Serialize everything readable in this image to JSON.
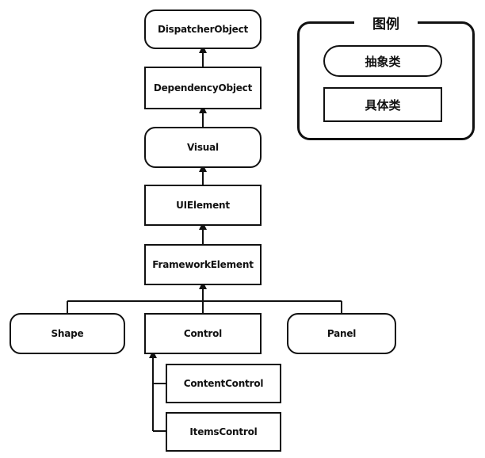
{
  "diagram": {
    "nodes": {
      "dispatcher_object": "DispatcherObject",
      "dependency_object": "DependencyObject",
      "visual": "Visual",
      "ui_element": "UIElement",
      "framework_element": "FrameworkElement",
      "shape": "Shape",
      "control": "Control",
      "panel": "Panel",
      "content_control": "ContentControl",
      "items_control": "ItemsControl"
    },
    "edges": [
      {
        "from": "dependency_object",
        "to": "dispatcher_object"
      },
      {
        "from": "visual",
        "to": "dependency_object"
      },
      {
        "from": "ui_element",
        "to": "visual"
      },
      {
        "from": "framework_element",
        "to": "ui_element"
      },
      {
        "from": "shape",
        "to": "framework_element"
      },
      {
        "from": "control",
        "to": "framework_element"
      },
      {
        "from": "panel",
        "to": "framework_element"
      },
      {
        "from": "content_control",
        "to": "control"
      },
      {
        "from": "items_control",
        "to": "control"
      }
    ],
    "legend": {
      "title": "图例",
      "abstract_label": "抽象类",
      "concrete_label": "具体类"
    }
  }
}
